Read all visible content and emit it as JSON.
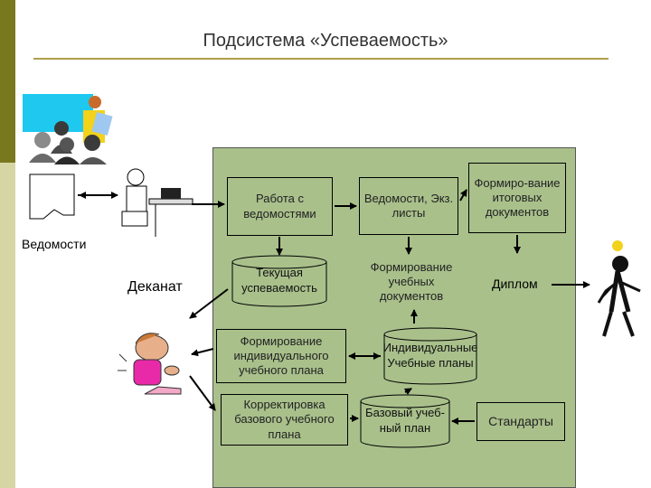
{
  "title": "Подсистема «Успеваемость»",
  "labels": {
    "vedomosti": "Ведомости",
    "dekanat": "Деканат",
    "diplom": "Диплом"
  },
  "boxes": {
    "rabota": "Работа с ведомостями",
    "vedomosti_ekz": "Ведомости, Экз. листы",
    "formirovanie_itog": "Формиро-вание итоговых документов",
    "formirovanie_ucheb_docs": "Формирование учебных документов",
    "formirovanie_ind": "Формирование индивидуального учебного плана",
    "korrektirovka": "Корректировка базового учебного плана",
    "standarty": "Стандарты"
  },
  "cylinders": {
    "tekuschaya": "Текущая успеваемость",
    "individ": "Индивидуальные Учебные планы",
    "bazovy": "Базовый учеб-ный план"
  },
  "colors": {
    "panel": "#a9c08b",
    "sidebar_top": "#78781e",
    "sidebar_bottom": "#d6d6a4",
    "title_line": "#b0a04a"
  }
}
